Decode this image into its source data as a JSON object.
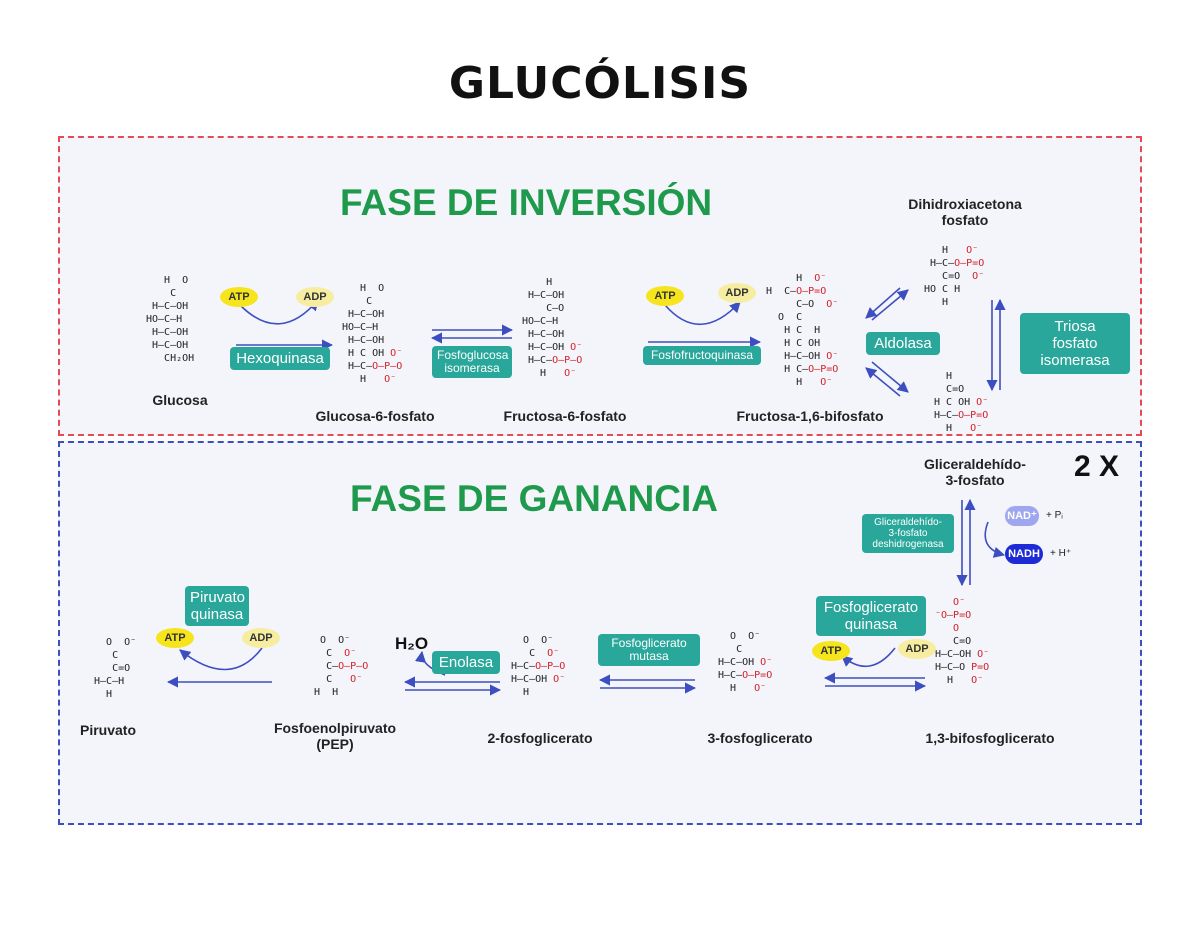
{
  "title": "GLUCÓLISIS",
  "inversion": {
    "heading": "FASE DE INVERSIÓN",
    "molecules": {
      "glucosa": "Glucosa",
      "g6p": "Glucosa-6-fosfato",
      "f6p": "Fructosa-6-fosfato",
      "f16bp": "Fructosa-1,6-bifosfato",
      "dhap_line1": "Dihidroxiacetona",
      "dhap_line2": "fosfato"
    },
    "enzymes": {
      "hexoquinasa": "Hexoquinasa",
      "fosfoglucosa_1": "Fosfoglucosa",
      "fosfoglucosa_2": "isomerasa",
      "fosfofructoquinasa": "Fosfofructoquinasa",
      "aldolasa": "Aldolasa",
      "triosa_1": "Triosa",
      "triosa_2": "fosfato",
      "triosa_3": "isomerasa"
    },
    "cofactors": {
      "atp1": "ATP",
      "adp1": "ADP",
      "atp2": "ATP",
      "adp2": "ADP"
    }
  },
  "ganancia": {
    "heading": "FASE DE GANANCIA",
    "multiplier": "2 X",
    "molecules": {
      "g3p_line1": "Gliceraldehído-",
      "g3p_line2": "3-fosfato",
      "bpg13": "1,3-bifosfoglicerato",
      "pg3": "3-fosfoglicerato",
      "pg2": "2-fosfoglicerato",
      "pep_line1": "Fosfoenolpiruvato",
      "pep_line2": "(PEP)",
      "piruvato": "Piruvato"
    },
    "enzymes": {
      "g3pdh_1": "Gliceraldehído-",
      "g3pdh_2": "3-fosfato",
      "g3pdh_3": "deshidrogenasa",
      "pgk_1": "Fosfoglicerato",
      "pgk_2": "quinasa",
      "pgm_1": "Fosfoglicerato",
      "pgm_2": "mutasa",
      "enolasa": "Enolasa",
      "pk_1": "Piruvato",
      "pk_2": "quinasa"
    },
    "cofactors": {
      "nad": "NAD⁺",
      "pi": "+ Pᵢ",
      "nadh": "NADH",
      "h": "+ H⁺",
      "atp_pgk": "ATP",
      "adp_pgk": "ADP",
      "atp_pk": "ATP",
      "adp_pk": "ADP",
      "h2o": "H₂O"
    }
  },
  "colors": {
    "phase_heading": "#1f9a4c",
    "enzyme_box": "#2aa79b",
    "inversion_border": "#e34b55",
    "ganancia_border": "#3d4ec0",
    "atp": "#f6e51c",
    "adp": "#f6eda0",
    "nad": "#9fa6f0",
    "nadh": "#1d2bd6",
    "phosphate": "#d21f26"
  }
}
